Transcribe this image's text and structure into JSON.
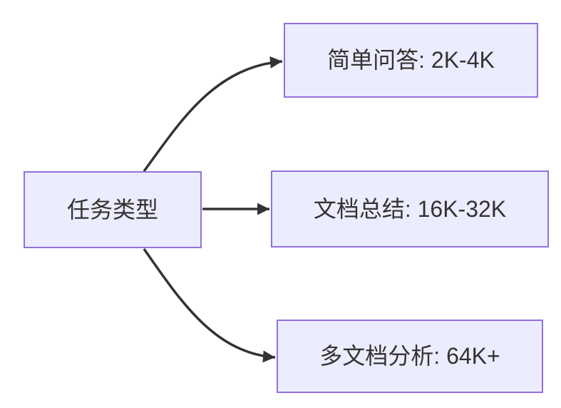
{
  "diagram": {
    "type": "flowchart",
    "direction": "left-to-right",
    "nodes": [
      {
        "id": "task",
        "label": "任务类型"
      },
      {
        "id": "simpleqa",
        "label": "简单问答: 2K-4K"
      },
      {
        "id": "docsum",
        "label": "文档总结: 16K-32K"
      },
      {
        "id": "multidoc",
        "label": "多文档分析: 64K+"
      }
    ],
    "edges": [
      {
        "from": "任务类型",
        "to": "简单问答: 2K-4K",
        "style": "curved-up-arrow"
      },
      {
        "from": "任务类型",
        "to": "文档总结: 16K-32K",
        "style": "straight-arrow"
      },
      {
        "from": "任务类型",
        "to": "多文档分析: 64K+",
        "style": "curved-down-arrow"
      }
    ],
    "colors": {
      "node_fill": "#ECECFF",
      "node_border": "#9370DB",
      "edge": "#333333",
      "text": "#333333",
      "background": "#FFFFFF"
    }
  }
}
